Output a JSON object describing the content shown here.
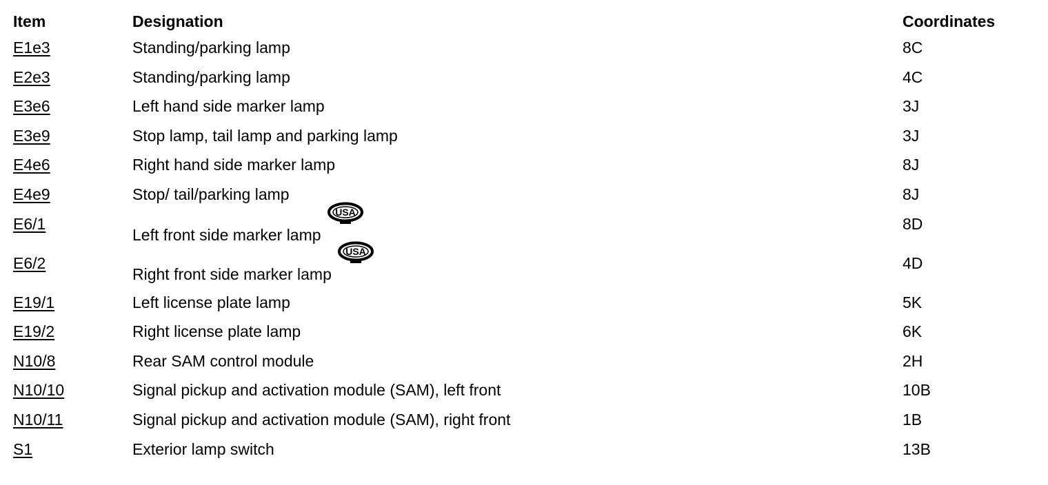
{
  "headers": {
    "item": "Item",
    "designation": "Designation",
    "coordinates": "Coordinates"
  },
  "rows": [
    {
      "item": "E1e3",
      "designation": "Standing/parking lamp",
      "coordinates": "8C"
    },
    {
      "item": "E2e3",
      "designation": "Standing/parking lamp",
      "coordinates": "4C"
    },
    {
      "item": "E3e6",
      "designation": "Left hand side marker lamp",
      "coordinates": "3J"
    },
    {
      "item": "E3e9",
      "designation": "Stop lamp, tail lamp and parking lamp",
      "coordinates": "3J"
    },
    {
      "item": "E4e6",
      "designation": "Right hand side marker lamp",
      "coordinates": "8J"
    },
    {
      "item": "E4e9",
      "designation": "Stop/ tail/parking lamp",
      "coordinates": "8J"
    },
    {
      "item": "E6/1",
      "designation": "Left front side marker lamp",
      "coordinates": "8D",
      "badge": "USA",
      "badge_icon": "usa-badge-icon"
    },
    {
      "item": "E6/2",
      "designation": "Right front side marker lamp",
      "coordinates": "4D",
      "badge": "USA",
      "badge_icon": "usa-badge-icon"
    },
    {
      "item": "E19/1",
      "designation": "Left license plate lamp",
      "coordinates": "5K"
    },
    {
      "item": "E19/2",
      "designation": "Right license plate lamp",
      "coordinates": "6K"
    },
    {
      "item": "N10/8",
      "designation": "Rear SAM control module",
      "coordinates": "2H"
    },
    {
      "item": "N10/10",
      "designation": "Signal pickup and activation module (SAM), left front",
      "coordinates": "10B"
    },
    {
      "item": "N10/11",
      "designation": "Signal pickup and activation module (SAM), right front",
      "coordinates": "1B"
    },
    {
      "item": "S1",
      "designation": "Exterior lamp switch",
      "coordinates": "13B"
    }
  ]
}
